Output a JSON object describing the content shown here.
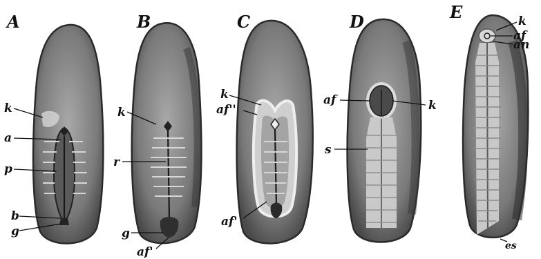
{
  "figure": {
    "panels": [
      {
        "letter": "A",
        "labels": {
          "k": "k",
          "a": "a",
          "p": "p",
          "b": "b",
          "g": "g"
        }
      },
      {
        "letter": "B",
        "labels": {
          "k": "k",
          "r": "r",
          "g": "g",
          "af": "af'"
        }
      },
      {
        "letter": "C",
        "labels": {
          "k": "k",
          "af2": "af''",
          "af1": "af'"
        }
      },
      {
        "letter": "D",
        "labels": {
          "af": "af",
          "k": "k",
          "s": "s"
        }
      },
      {
        "letter": "E",
        "labels": {
          "k": "k",
          "af": "af",
          "an": "an",
          "es": "es"
        }
      }
    ]
  },
  "colors": {
    "embryo_fill": "#8a8a8a",
    "embryo_dark": "#4a4a4a",
    "embryo_light": "#b9b9b9",
    "segment_light": "#e2e2e2"
  }
}
